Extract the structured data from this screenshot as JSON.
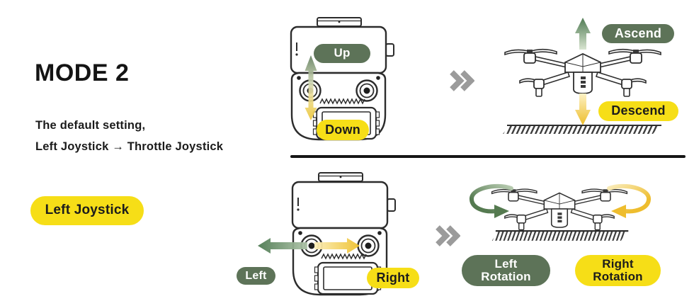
{
  "colors": {
    "accent_green": "#5d7358",
    "accent_yellow": "#f6de17",
    "chevron_gray": "#9b9b9b",
    "ink": "#1b1b1b"
  },
  "left_panel": {
    "title": "MODE 2",
    "subtitle_line1": "The default setting,",
    "subtitle_line2": "Left Joystick → Throttle Joystick",
    "badge": "Left Joystick"
  },
  "throttle_row": {
    "up": "Up",
    "down": "Down",
    "ascend": "Ascend",
    "descend": "Descend"
  },
  "yaw_row": {
    "left": "Left",
    "right": "Right",
    "left_rotation_line1": "Left",
    "left_rotation_line2": "Rotation",
    "right_rotation_line1": "Right",
    "right_rotation_line2": "Rotation"
  }
}
